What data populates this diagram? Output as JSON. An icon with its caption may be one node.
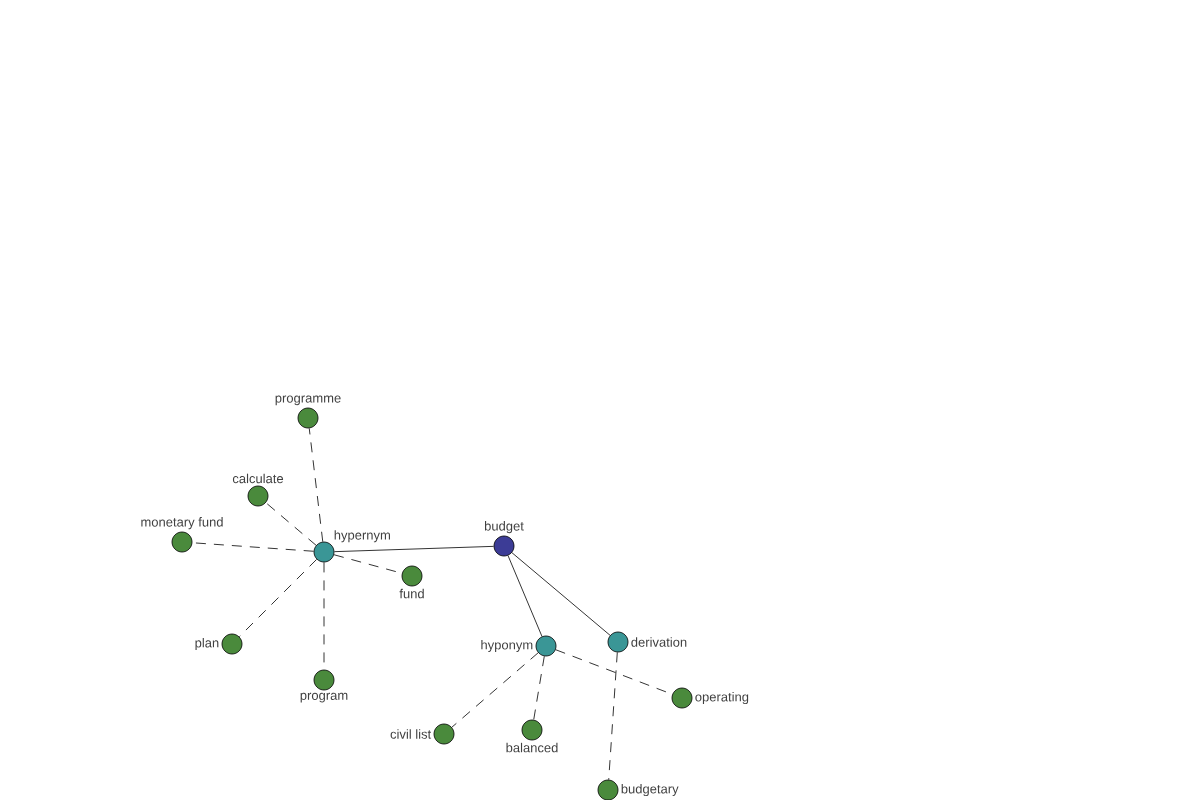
{
  "diagram": {
    "nodes": [
      {
        "text": [
          "budget"
        ]
      },
      {
        "text": [
          "hypernym"
        ]
      },
      {
        "text": [
          "hyponym"
        ]
      },
      {
        "text": [
          "derivation"
        ]
      },
      {
        "text": [
          "programme"
        ]
      },
      {
        "text": [
          "calculate"
        ]
      },
      {
        "text": [
          "monetary fund"
        ]
      },
      {
        "text": [
          "fund"
        ]
      },
      {
        "text": [
          "plan"
        ]
      },
      {
        "text": [
          "program"
        ]
      },
      {
        "text": [
          "civil list"
        ]
      },
      {
        "text": [
          "balanced"
        ]
      },
      {
        "text": [
          "operating"
        ]
      },
      {
        "text": [
          "budgetary"
        ]
      }
    ],
    "edges": [
      {
        "from": 0,
        "to": 1,
        "arrow": "none"
      },
      {
        "from": 0,
        "to": 2,
        "arrow": "none"
      },
      {
        "from": 0,
        "to": 3,
        "arrow": "none"
      },
      {
        "from": 1,
        "to": 4,
        "arrow": "none",
        "style": "dashed"
      },
      {
        "from": 1,
        "to": 5,
        "arrow": "none",
        "style": "dashed"
      },
      {
        "from": 1,
        "to": 6,
        "arrow": "none",
        "style": "dashed"
      },
      {
        "from": 1,
        "to": 7,
        "arrow": "none",
        "style": "dashed"
      },
      {
        "from": 1,
        "to": 8,
        "arrow": "none",
        "style": "dashed"
      },
      {
        "from": 1,
        "to": 9,
        "arrow": "none",
        "style": "dashed"
      },
      {
        "from": 2,
        "to": 10,
        "arrow": "none",
        "style": "dashed"
      },
      {
        "from": 2,
        "to": 11,
        "arrow": "none",
        "style": "dashed"
      },
      {
        "from": 2,
        "to": 12,
        "arrow": "none",
        "style": "dashed"
      },
      {
        "from": 3,
        "to": 13,
        "arrow": "none",
        "style": "dashed"
      }
    ]
  }
}
